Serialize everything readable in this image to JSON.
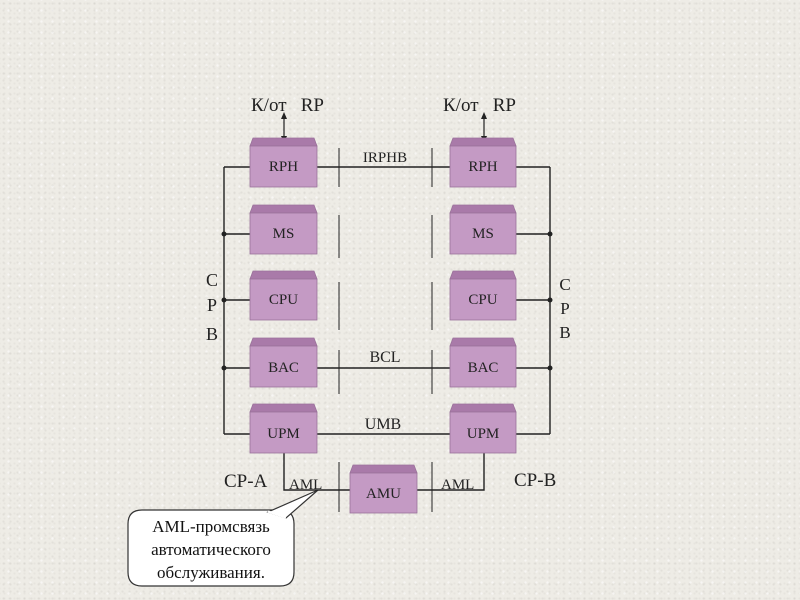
{
  "diagram": {
    "left_rp_label": "К/от   RP",
    "right_rp_label": "К/от   RP",
    "left_blocks": [
      "RPH",
      "MS",
      "CPU",
      "BAC",
      "UPM"
    ],
    "right_blocks": [
      "RPH",
      "MS",
      "CPU",
      "BAC",
      "UPM"
    ],
    "center_block": "AMU",
    "bus_irphb": "IRPHB",
    "bus_bcl": "BCL",
    "bus_umb": "UMB",
    "aml_left": "AML",
    "aml_right": "AML",
    "cp_a": "CP-A",
    "cp_b": "CP-B",
    "cpb_left": [
      "C",
      "P",
      "B"
    ],
    "cpb_right": [
      "C",
      "P",
      "B"
    ],
    "callout": [
      "AML-промсвязь",
      "автоматического",
      "обслуживания."
    ]
  }
}
